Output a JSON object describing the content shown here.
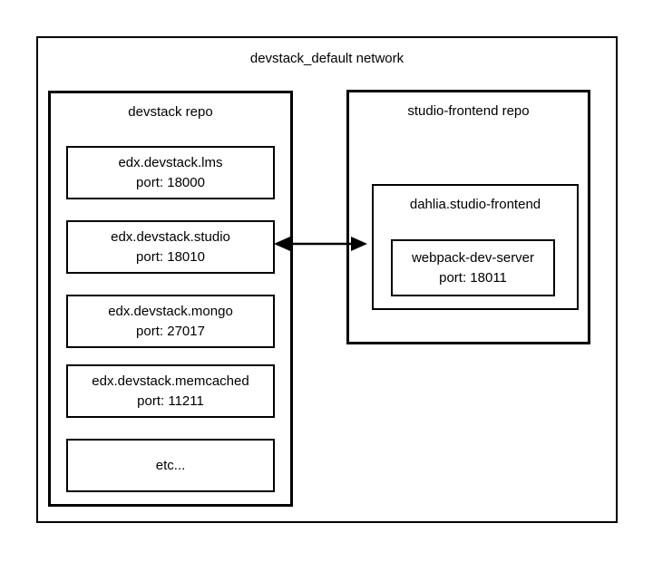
{
  "diagram": {
    "network_label": "devstack_default network",
    "left_repo": {
      "label": "devstack repo",
      "containers": [
        {
          "name": "edx.devstack.lms",
          "port_label": "port: 18000"
        },
        {
          "name": "edx.devstack.studio",
          "port_label": "port: 18010"
        },
        {
          "name": "edx.devstack.mongo",
          "port_label": "port: 27017"
        },
        {
          "name": "edx.devstack.memcached",
          "port_label": "port: 11211"
        },
        {
          "name": "etc...",
          "port_label": ""
        }
      ]
    },
    "right_repo": {
      "label": "studio-frontend repo",
      "container": {
        "label": "dahlia.studio-frontend",
        "inner": {
          "name": "webpack-dev-server",
          "port_label": "port: 18011"
        }
      }
    },
    "connection": {
      "type": "double-arrow",
      "from": "edx.devstack.studio",
      "to": "dahlia.studio-frontend"
    },
    "colors": {
      "stroke": "#000000",
      "background": "#ffffff",
      "text": "#000000"
    }
  }
}
